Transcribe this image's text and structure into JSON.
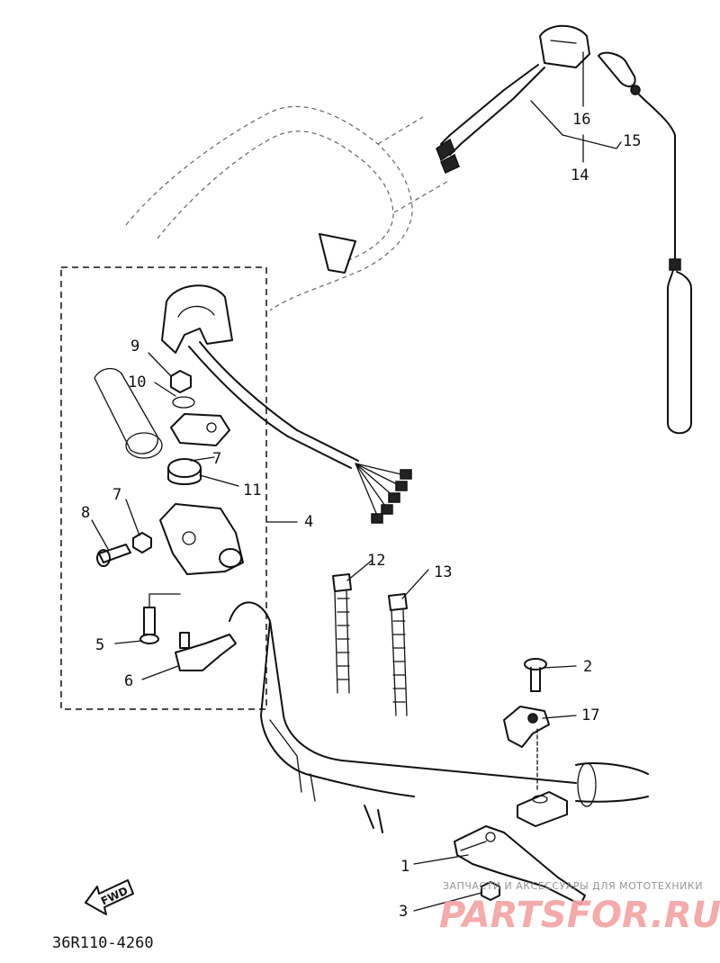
{
  "diagram": {
    "callouts": [
      {
        "id": "1",
        "text": "1"
      },
      {
        "id": "2",
        "text": "2"
      },
      {
        "id": "3",
        "text": "3"
      },
      {
        "id": "4",
        "text": "4"
      },
      {
        "id": "5",
        "text": "5"
      },
      {
        "id": "6",
        "text": "6"
      },
      {
        "id": "7a",
        "text": "7"
      },
      {
        "id": "7b",
        "text": "7"
      },
      {
        "id": "8",
        "text": "8"
      },
      {
        "id": "9",
        "text": "9"
      },
      {
        "id": "10",
        "text": "10"
      },
      {
        "id": "11",
        "text": "11"
      },
      {
        "id": "12",
        "text": "12"
      },
      {
        "id": "13",
        "text": "13"
      },
      {
        "id": "14",
        "text": "14"
      },
      {
        "id": "15",
        "text": "15"
      },
      {
        "id": "16",
        "text": "16"
      },
      {
        "id": "17",
        "text": "17"
      }
    ],
    "direction_marker": "FWD",
    "drawing_code": "36R110-4260",
    "watermark": {
      "caption": "ЗАПЧАСТИ И АКСЕССУАРЫ ДЛЯ МОТОТЕХНИКИ",
      "brand": "PARTSFOR.RU"
    }
  }
}
